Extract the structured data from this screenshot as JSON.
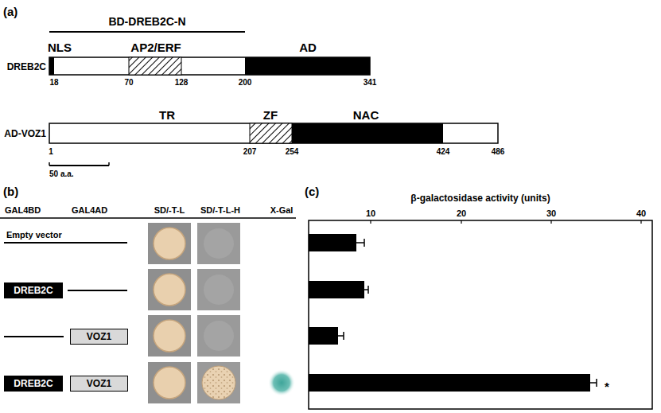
{
  "diagram": {
    "nodes": [
      {
        "text": [
          "DREB2C"
        ]
      },
      {
        "text": [
          "VOZ1"
        ]
      },
      {
        "text": [
          "DREB2C"
        ]
      },
      {
        "text": [
          "VOZ1"
        ]
      }
    ],
    "labels": [
      "(a)",
      "BD-DREB2C-N",
      "NLS",
      "AP2/ERF",
      "AD",
      "DREB2C",
      "18",
      "70",
      "128",
      "200",
      "341",
      "TR",
      "ZF",
      "NAC",
      "AD-VOZ1",
      "1",
      "207",
      "254",
      "424",
      "486",
      "50 a.a.",
      "(b)",
      "GAL4BD",
      "GAL4AD",
      "SD/-T-L",
      "SD/-T-L-H",
      "X-Gal",
      "Empty vector",
      "(c)",
      "β-galactosidase activity (units)",
      "10",
      "20",
      "30",
      "40",
      "*"
    ]
  }
}
